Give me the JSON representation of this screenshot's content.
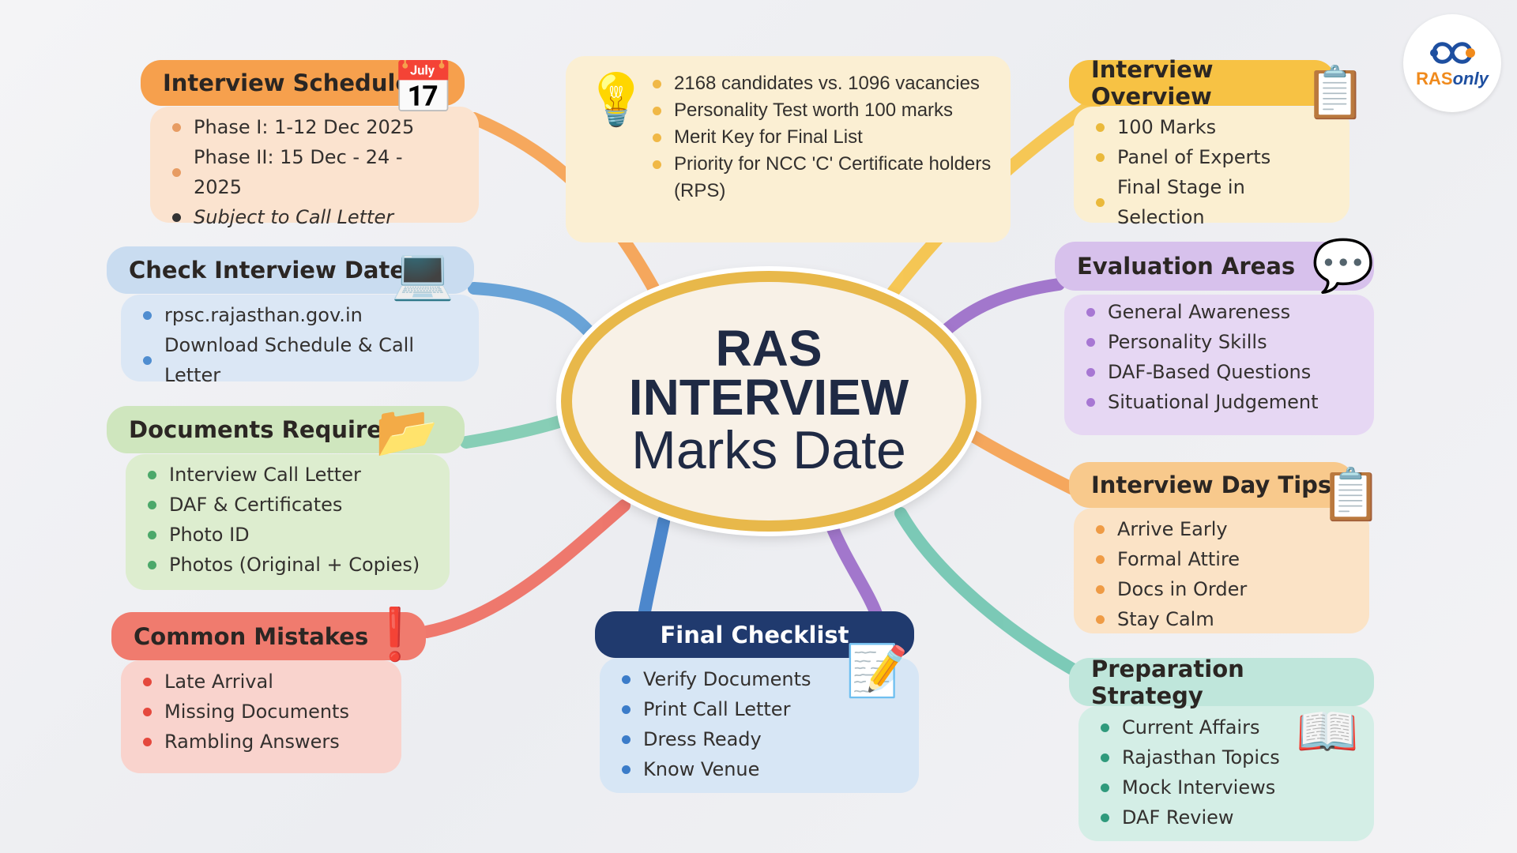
{
  "center": {
    "line1": "RAS",
    "line2": "INTERVIEW",
    "line3": "Marks Date"
  },
  "logo": {
    "brand_a": "RAS",
    "brand_b": "only"
  },
  "colors": {
    "orange": "#f6a04d",
    "yellow": "#f7c244",
    "blue": "#7fa9d6",
    "purple": "#b48ad6",
    "green": "#9ccc7a",
    "red": "#ee6a5e",
    "navy": "#203a6e",
    "teal": "#6fc5b0"
  },
  "cards": [
    {
      "id": "interview-schedule",
      "title": "Interview Schedule",
      "items": [
        "Phase I: 1-12 Dec 2025",
        "Phase II: 15 Dec - 24 - 2025",
        "Subject to Call Letter"
      ],
      "icon": "calendar-icon"
    },
    {
      "id": "key-facts",
      "title": "",
      "items": [
        "2168 candidates vs. 1096 vacancies",
        "Personality Test worth 100 marks",
        "Merit Key for Final List",
        "Priority for NCC 'C' Certificate holders (RPS)"
      ],
      "icon": "lightbulb-icon"
    },
    {
      "id": "interview-overview",
      "title": "Interview Overview",
      "items": [
        "100 Marks",
        "Panel of Experts",
        "Final Stage in Selection"
      ],
      "icon": "clipboard-icon"
    },
    {
      "id": "check-interview-date",
      "title": "Check Interview Date",
      "items": [
        "rpsc.rajasthan.gov.in",
        "Download Schedule & Call Letter"
      ],
      "icon": "laptop-download-icon"
    },
    {
      "id": "evaluation-areas",
      "title": "Evaluation Areas",
      "items": [
        "General Awareness",
        "Personality Skills",
        "DAF-Based Questions",
        "Situational Judgement"
      ],
      "icon": "chat-bubbles-icon"
    },
    {
      "id": "documents-required",
      "title": "Documents Required",
      "items": [
        "Interview Call Letter",
        "DAF & Certificates",
        "Photo ID",
        "Photos (Original + Copies)"
      ],
      "icon": "folder-icon"
    },
    {
      "id": "interview-day-tips",
      "title": "Interview Day Tips",
      "items": [
        "Arrive Early",
        "Formal Attire",
        "Docs in Order",
        "Stay Calm"
      ],
      "icon": "checklist-icon"
    },
    {
      "id": "common-mistakes",
      "title": "Common Mistakes",
      "items": [
        "Late Arrival",
        "Missing Documents",
        "Rambling Answers"
      ],
      "icon": "alert-icon"
    },
    {
      "id": "final-checklist",
      "title": "Final Checklist",
      "items": [
        "Verify Documents",
        "Print Call Letter",
        "Dress Ready",
        "Know Venue"
      ],
      "icon": "checklist-pen-icon"
    },
    {
      "id": "preparation-strategy",
      "title": "Preparation Strategy",
      "items": [
        "Current Affairs",
        "Rajasthan Topics",
        "Mock Interviews",
        "DAF Review"
      ],
      "icon": "book-bulb-icon"
    }
  ]
}
